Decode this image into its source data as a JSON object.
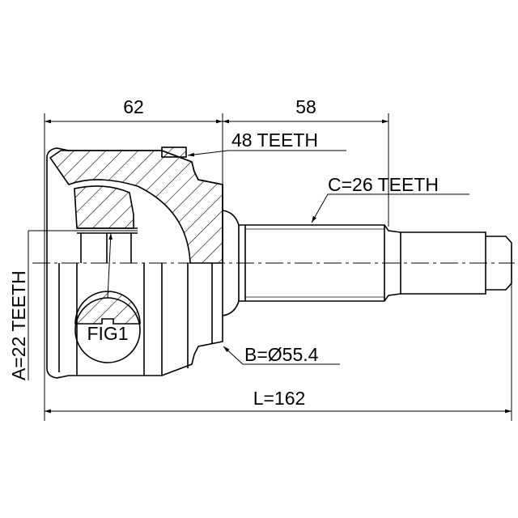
{
  "dimensions": {
    "housing_length": "62",
    "stem_length": "58",
    "total_length": "L=162"
  },
  "callouts": {
    "abs_ring": "48 TEETH",
    "outer_spline": "C=26 TEETH",
    "seal_diameter": "B=Ø55.4",
    "inner_spline": "A=22 TEETH",
    "figure": "FIG1"
  },
  "colors": {
    "line": "#000000",
    "background": "#ffffff"
  }
}
